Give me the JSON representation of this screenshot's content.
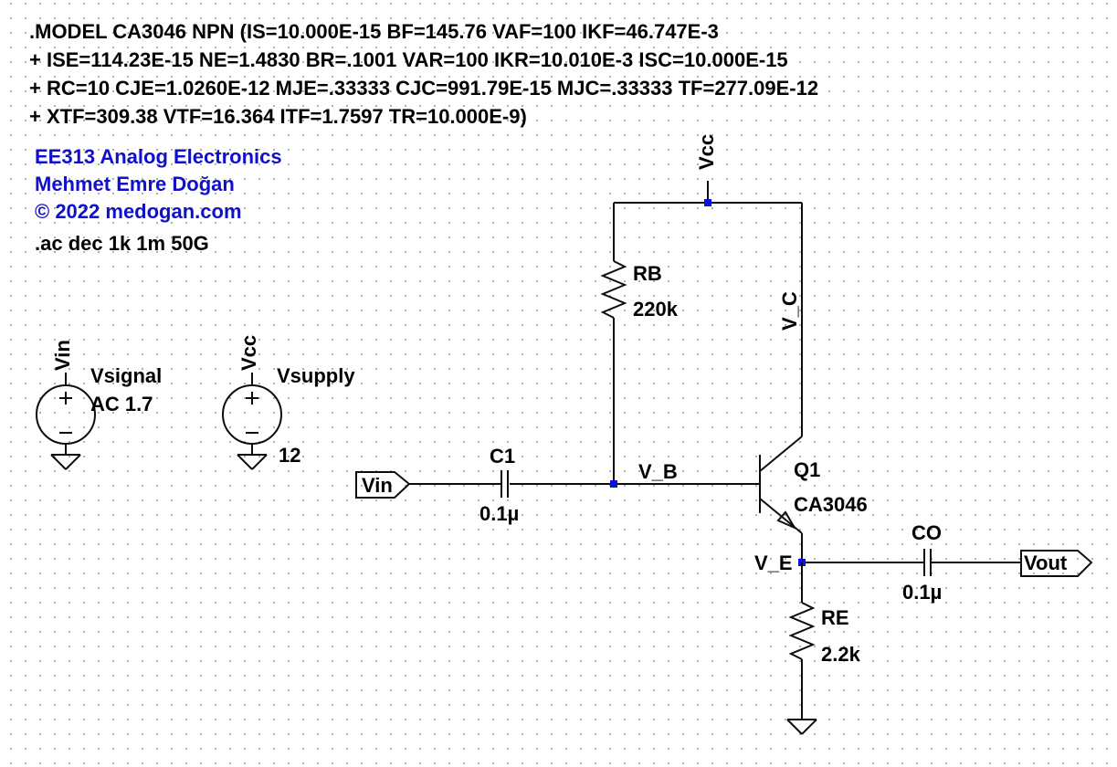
{
  "spice_model": [
    ".MODEL CA3046 NPN (IS=10.000E-15 BF=145.76 VAF=100 IKF=46.747E-3",
    "+ ISE=114.23E-15 NE=1.4830 BR=.1001 VAR=100 IKR=10.010E-3 ISC=10.000E-15",
    "+ RC=10 CJE=1.0260E-12 MJE=.33333 CJC=991.79E-15 MJC=.33333 TF=277.09E-12",
    "+ XTF=309.38 VTF=16.364 ITF=1.7597 TR=10.000E-9)"
  ],
  "credits": {
    "course": "EE313 Analog Electronics",
    "author": "Mehmet Emre Doğan",
    "copyright": "© 2022 medogan.com"
  },
  "sim_directive": ".ac dec 1k 1m 50G",
  "sources": {
    "vsignal": {
      "net": "Vin",
      "name": "Vsignal",
      "value": "AC 1.7"
    },
    "vsupply": {
      "net": "Vcc",
      "name": "Vsupply",
      "value": "12"
    }
  },
  "components": {
    "rb": {
      "name": "RB",
      "value": "220k"
    },
    "re": {
      "name": "RE",
      "value": "2.2k"
    },
    "c1": {
      "name": "C1",
      "value": "0.1µ"
    },
    "co": {
      "name": "CO",
      "value": "0.1µ"
    },
    "q1": {
      "name": "Q1",
      "model": "CA3046"
    }
  },
  "nets": {
    "vcc_top": "Vcc",
    "v_c": "V_C",
    "v_b": "V_B",
    "v_e": "V_E",
    "vin_port": "Vin",
    "vout_port": "Vout"
  },
  "colors": {
    "wire": "#0d0d0d",
    "junction": "#0a12d8",
    "comment_text": "#1010c8"
  }
}
